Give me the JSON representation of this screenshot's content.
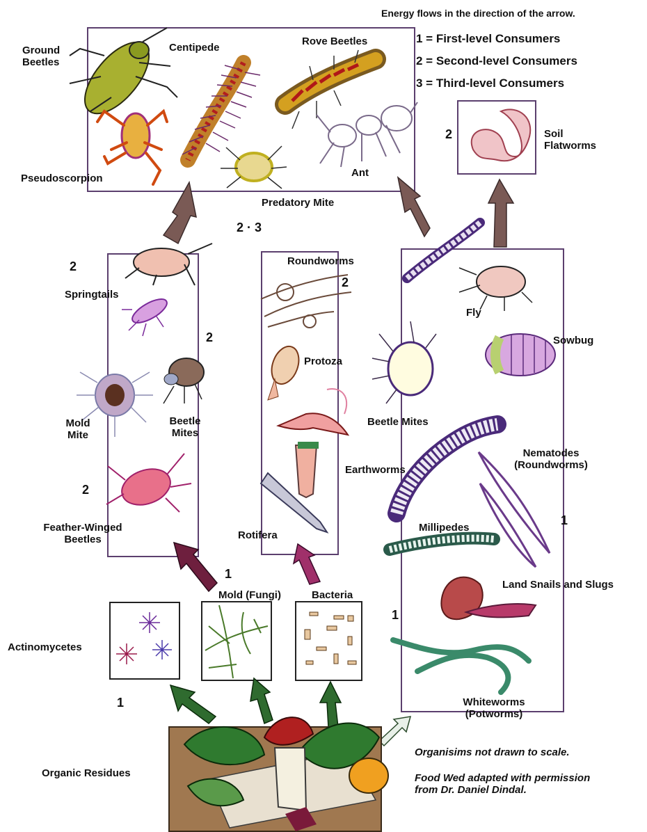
{
  "header": {
    "energy_note": "Energy flows in the direction of the arrow.",
    "legend": [
      "1 = First-level Consumers",
      "2 = Second-level Consumers",
      "3 = Third-level Consumers"
    ]
  },
  "top_box": {
    "ground_beetles": "Ground\nBeetles",
    "centipede": "Centipede",
    "rove_beetles": "Rove Beetles",
    "pseudoscorpion": "Pseudoscorpion",
    "ant": "Ant",
    "predatory_mite": "Predatory Mite"
  },
  "soil_flatworms": {
    "label": "Soil\nFlatworms",
    "level": "2"
  },
  "top_box_level": "2 · 3",
  "left_box": {
    "level_top": "2",
    "level_mid": "2",
    "level_bottom": "2",
    "springtails": "Springtails",
    "mold_mite": "Mold\nMite",
    "beetle_mites": "Beetle\nMites",
    "feather_winged": "Feather-Winged\nBeetles"
  },
  "middle_box": {
    "roundworms": "Roundworms",
    "level": "2",
    "protoza": "Protoza",
    "rotifera": "Rotifera"
  },
  "right_box": {
    "fly": "Fly",
    "sowbug": "Sowbug",
    "beetle_mites": "Beetle Mites",
    "earthworms": "Earthworms",
    "nematodes": "Nematodes\n(Roundworms)",
    "level_right": "1",
    "millipedes": "Millipedes",
    "snails": "Land Snails and Slugs",
    "level_left": "1",
    "whiteworms": "Whiteworms\n(Potworms)"
  },
  "bottom": {
    "level_mold": "1",
    "mold": "Mold (Fungi)",
    "bacteria": "Bacteria",
    "actinomycetes": "Actinomycetes",
    "level_actino": "1",
    "organic_residues": "Organic Residues",
    "note_scale": "Organisims not drawn to scale.",
    "note_credit": "Food Wed adapted with permission\nfrom Dr. Daniel Dindal."
  },
  "colors": {
    "box_line": "#5b3f6e",
    "arrow_brown": "#7a5a55",
    "arrow_maroon": "#6e1f3e",
    "arrow_pink": "#a0306a",
    "arrow_green": "#2f6b2f",
    "soil": "#a07850",
    "leaf_green": "#2f7a2f"
  }
}
